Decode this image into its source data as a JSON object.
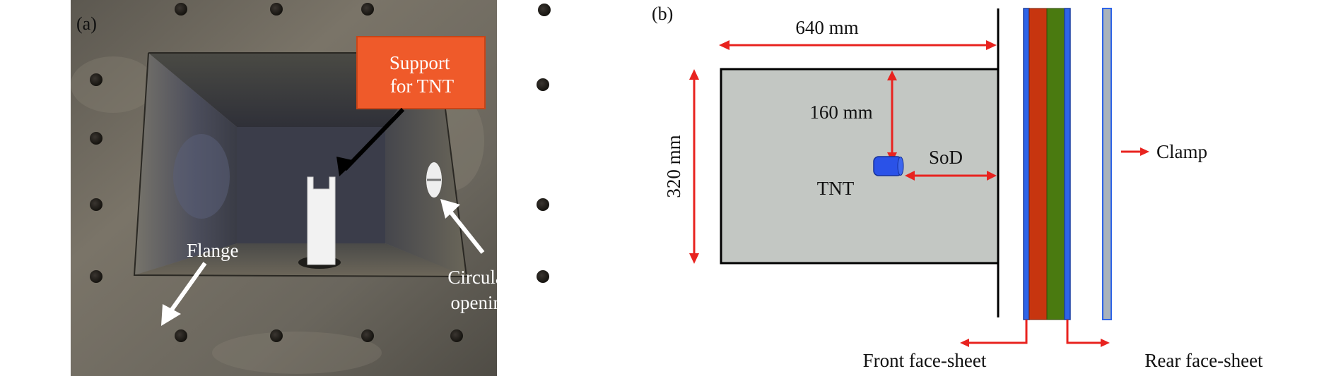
{
  "panel_a": {
    "panel_label": "(a)",
    "support_callout": {
      "line1": "Support",
      "line2": "for TNT"
    },
    "flange_label": "Flange",
    "opening_label": {
      "line1": "Circular",
      "line2": "opening"
    }
  },
  "panel_b": {
    "panel_label": "(b)",
    "dim_width": "640 mm",
    "dim_height": "320 mm",
    "dim_charge_depth": "160 mm",
    "sod_label": "SoD",
    "tnt_label": "TNT",
    "clamp_label": "Clamp",
    "front_label": "Front face-sheet",
    "rear_label": "Rear face-sheet"
  },
  "colors": {
    "callout_fill": "#ef5a2a",
    "arrow_red": "#e8231f",
    "face_blue": "#2e64e8",
    "core_red": "#c7350f",
    "core_green": "#4a7a10",
    "tube_grey": "#c3c7c3",
    "clamp_grey": "#a9b3bb",
    "tnt_blue": "#2a52e8"
  }
}
